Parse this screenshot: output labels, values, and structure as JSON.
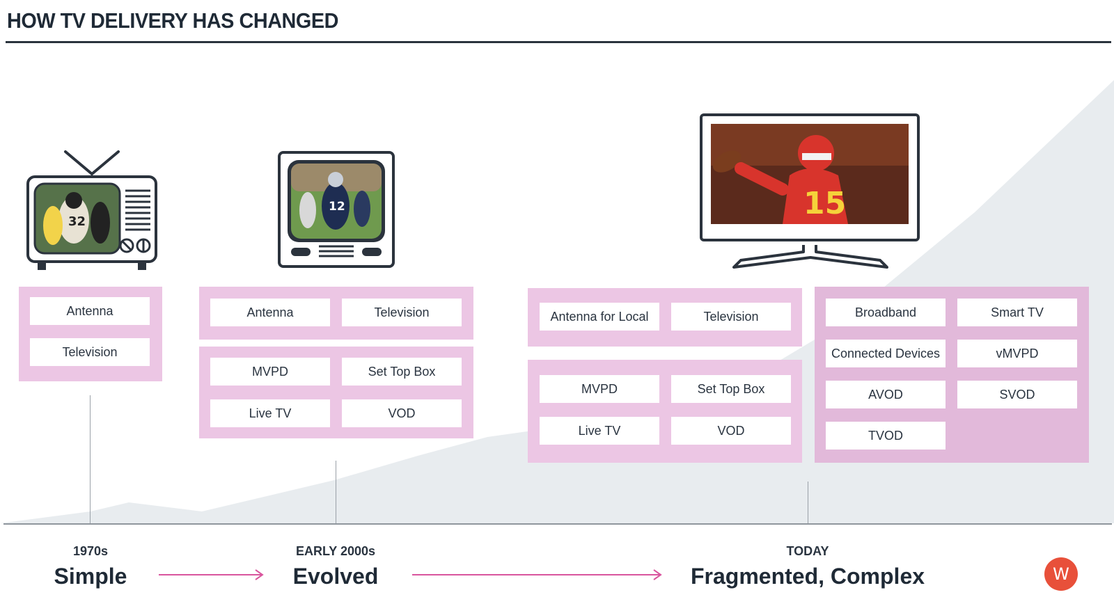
{
  "title": "HOW TV DELIVERY HAS CHANGED",
  "eras": [
    {
      "period": "1970s",
      "name": "Simple",
      "groups": [
        [
          "Antenna",
          "Television"
        ]
      ]
    },
    {
      "period": "EARLY 2000s",
      "name": "Evolved",
      "groups": [
        [
          "Antenna",
          "Television"
        ],
        [
          "MVPD",
          "Set Top Box",
          "Live TV",
          "VOD"
        ]
      ]
    },
    {
      "period": "TODAY",
      "name": "Fragmented, Complex",
      "groups": [
        [
          "Antenna for Local",
          "Television"
        ],
        [
          "MVPD",
          "Set Top Box",
          "Live TV",
          "VOD"
        ],
        [
          "Broadband",
          "Smart TV",
          "Connected Devices",
          "vMVPD",
          "AVOD",
          "SVOD",
          "TVOD"
        ]
      ]
    }
  ],
  "logo_letter": "W",
  "colors": {
    "panel": "#ecc6e4",
    "arrow": "#d9559e",
    "area": "#e8ecef",
    "logo": "#e8503a"
  },
  "icons": [
    "retro-tv-icon",
    "crt-tv-icon",
    "flat-tv-icon",
    "arrow-right-icon"
  ]
}
